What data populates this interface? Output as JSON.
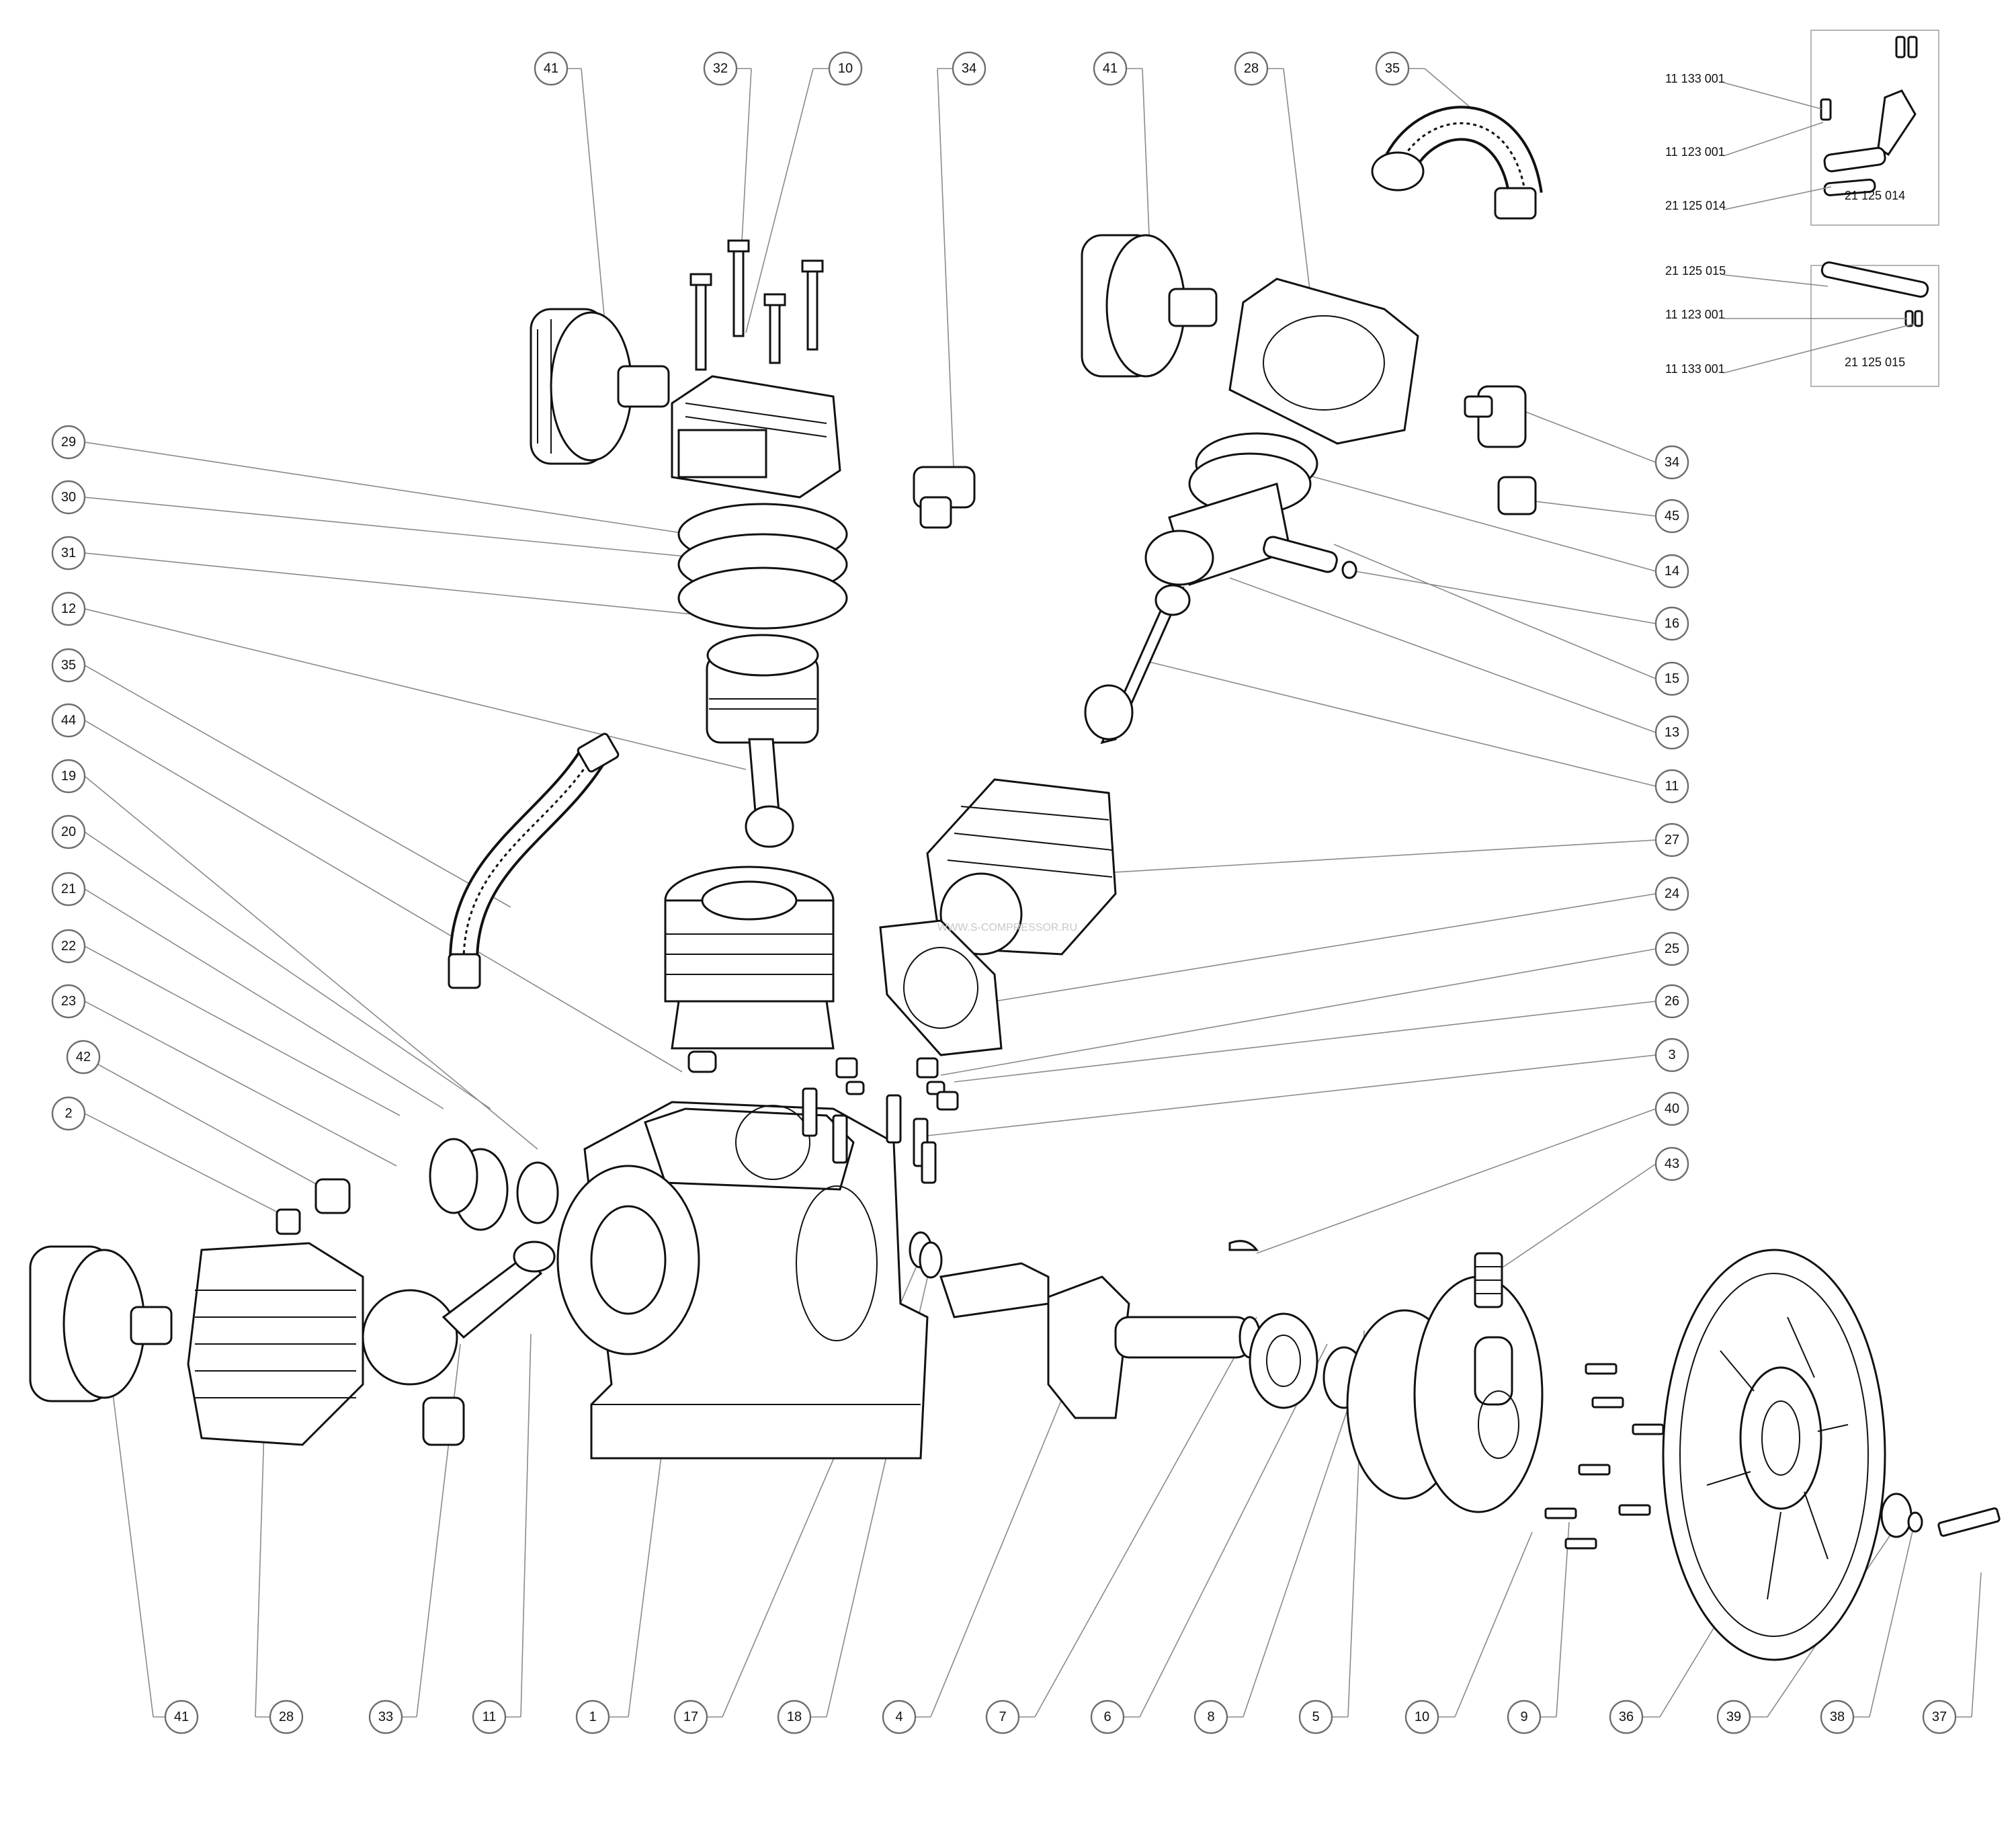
{
  "watermark": "WWW.S-COMPRESSOR.RU",
  "inset_top": {
    "labels": [
      "11 133 001",
      "11 123 001",
      "21 125 014"
    ],
    "part_label": "21 125 014"
  },
  "inset_bottom": {
    "labels": [
      "21 125 015",
      "11 123 001",
      "11 133 001"
    ],
    "part_label": "21 125 015"
  },
  "callouts": {
    "top_row": [
      "41",
      "32",
      "10",
      "34",
      "41",
      "28",
      "35"
    ],
    "left_column": [
      "29",
      "30",
      "31",
      "12",
      "35",
      "44",
      "19",
      "20",
      "21",
      "22",
      "23",
      "42",
      "2"
    ],
    "right_column": [
      "34",
      "45",
      "14",
      "16",
      "15",
      "13",
      "11",
      "27",
      "24",
      "25",
      "26",
      "3",
      "40",
      "43"
    ],
    "bottom_row": [
      "41",
      "28",
      "33",
      "11",
      "1",
      "17",
      "18",
      "4",
      "7",
      "6",
      "8",
      "5",
      "10",
      "9",
      "36",
      "39",
      "38",
      "37"
    ]
  }
}
